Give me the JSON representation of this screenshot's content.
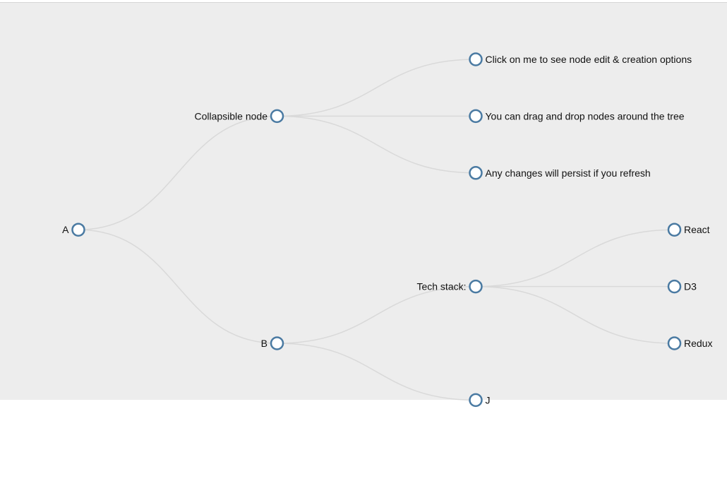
{
  "colors": {
    "canvas_background": "#ededed",
    "link": "#d9d9d9",
    "node_stroke": "#4a7aa2",
    "node_fill": "#ffffff"
  },
  "tree": {
    "label": "A",
    "children": [
      {
        "label": "Collapsible node",
        "children": [
          {
            "label": "Click on me to see node edit & creation options"
          },
          {
            "label": "You can drag and drop nodes around the tree"
          },
          {
            "label": "Any changes will persist if you refresh"
          }
        ]
      },
      {
        "label": "B",
        "children": [
          {
            "label": "Tech stack:",
            "children": [
              {
                "label": "React"
              },
              {
                "label": "D3"
              },
              {
                "label": "Redux"
              }
            ]
          },
          {
            "label": "J"
          }
        ]
      }
    ]
  }
}
